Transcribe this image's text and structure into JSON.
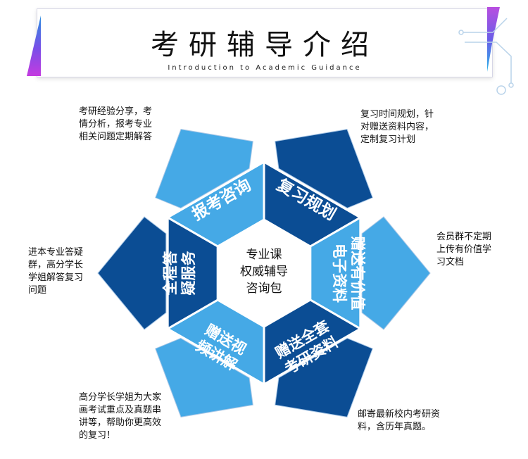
{
  "header": {
    "title": "考研辅导介绍",
    "subtitle": "Introduction to Academic Guidance"
  },
  "center": {
    "lines": [
      "专业课",
      "权威辅导",
      "咨询包"
    ]
  },
  "segments": [
    {
      "label": "报考咨询",
      "color": "#45a9e6"
    },
    {
      "label": "复习规划",
      "color": "#0b4d94"
    },
    {
      "label": "赠送有价值电子资料",
      "color": "#45a9e6"
    },
    {
      "label": "赠送全套考研资料",
      "color": "#0b4d94"
    },
    {
      "label": "赠送视频讲解",
      "color": "#45a9e6"
    },
    {
      "label": "全程答疑服务",
      "color": "#0b4d94"
    }
  ],
  "descriptions": {
    "top_left": [
      "考研经验分享，考",
      "情分析，报考专业",
      "相关问题定期解答"
    ],
    "top_right": [
      "复习时间规划，针",
      "对赠送资料内容，",
      "定制复习计划"
    ],
    "right": [
      "会员群不定期",
      "上传有价值学",
      "习文档"
    ],
    "bottom_right": [
      "邮寄最新校内考研资",
      "料，含历年真题。"
    ],
    "bottom_left": [
      "高分学长学姐为大家",
      "画考试重点及真题串",
      "讲等，帮助你更高效",
      "的复习！"
    ],
    "left": [
      "进本专业答疑",
      "群，高分学长",
      "学姐解答复习",
      "问题"
    ]
  },
  "colors": {
    "light_blue": "#45a9e6",
    "dark_blue": "#0b4d94",
    "outline_gray": "#a9c7e6"
  }
}
